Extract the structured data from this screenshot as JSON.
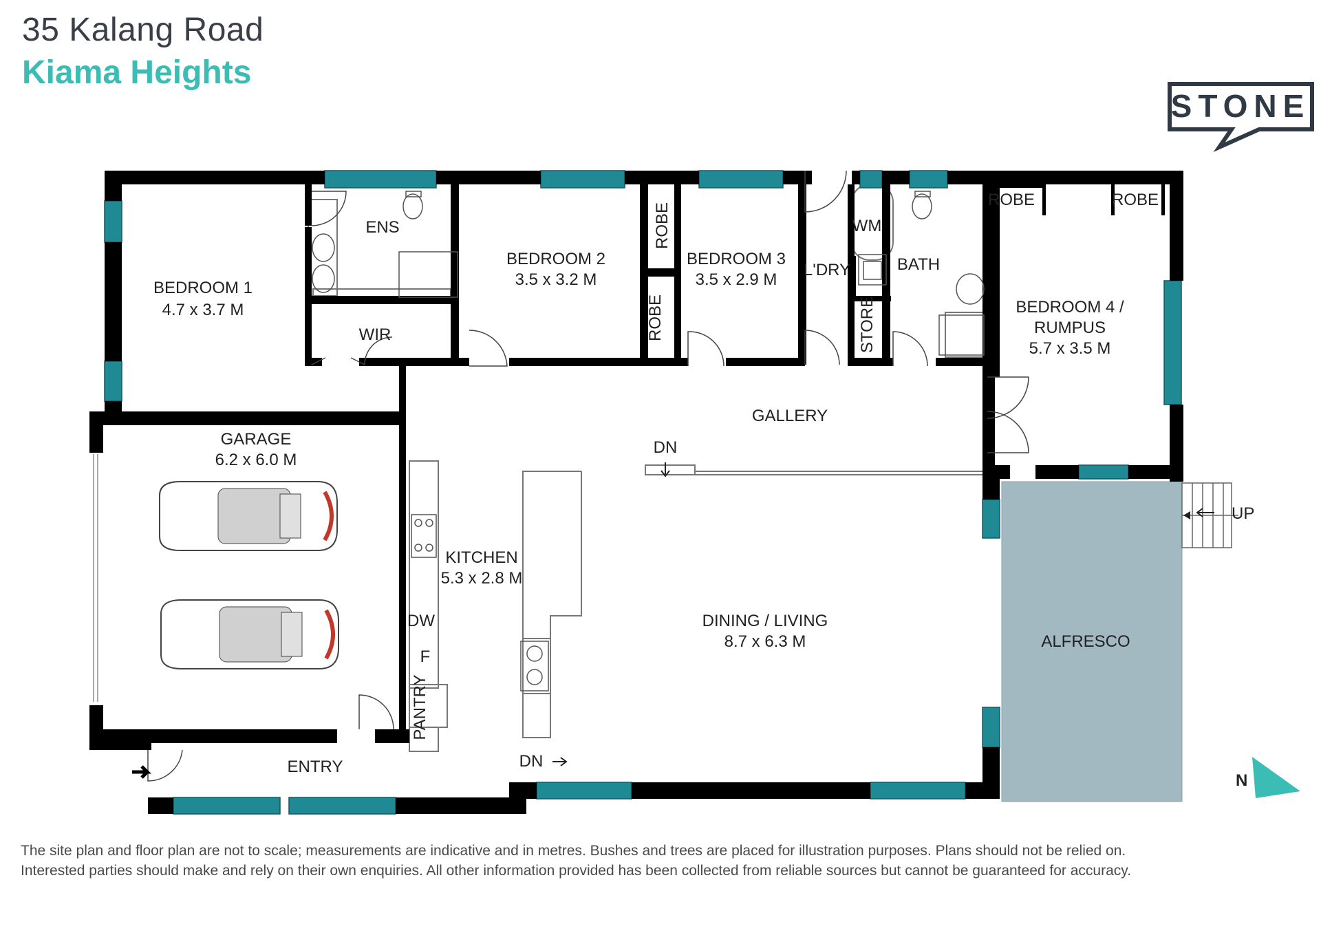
{
  "header": {
    "address": "35 Kalang Road",
    "suburb": "Kiama Heights"
  },
  "brand": {
    "logo_text": "STONE",
    "logo_color": "#2f3a45"
  },
  "colors": {
    "wall": "#000000",
    "window": "#1f8a94",
    "alfresco": "#a2b9c1",
    "accent": "#3bbdb5",
    "car_tail": "#c0392b"
  },
  "rooms": {
    "bedroom1": {
      "name": "BEDROOM 1",
      "size": "4.7 x 3.7 M"
    },
    "ens": {
      "name": "ENS"
    },
    "wir": {
      "name": "WIR"
    },
    "bedroom2": {
      "name": "BEDROOM 2",
      "size": "3.5 x 3.2 M"
    },
    "robe_b2_top": {
      "name": "ROBE"
    },
    "robe_b2_bottom": {
      "name": "ROBE"
    },
    "bedroom3": {
      "name": "BEDROOM 3",
      "size": "3.5 x 2.9 M"
    },
    "laundry": {
      "name": "L'DRY"
    },
    "wm": {
      "name": "WM"
    },
    "store": {
      "name": "STORE"
    },
    "bath": {
      "name": "BATH"
    },
    "robe_b4_left": {
      "name": "ROBE"
    },
    "robe_b4_right": {
      "name": "ROBE"
    },
    "bedroom4": {
      "line1": "BEDROOM 4 /",
      "line2": "RUMPUS",
      "size": "5.7 x 3.5 M"
    },
    "gallery": {
      "name": "GALLERY"
    },
    "garage": {
      "name": "GARAGE",
      "size": "6.2 x 6.0 M"
    },
    "kitchen": {
      "name": "KITCHEN",
      "size": "5.3 x 2.8 M"
    },
    "dw": {
      "name": "DW"
    },
    "fridge": {
      "name": "F"
    },
    "pantry": {
      "name": "PANTRY"
    },
    "dining": {
      "name": "DINING / LIVING",
      "size": "8.7 x 6.3 M"
    },
    "alfresco": {
      "name": "ALFRESCO"
    },
    "entry": {
      "name": "ENTRY"
    }
  },
  "annotations": {
    "dn_top": "DN",
    "dn_bottom": "DN",
    "up": "UP",
    "north": "N"
  },
  "disclaimer": {
    "line1": "The site plan and floor plan are not to scale; measurements are indicative and in metres. Bushes and trees are placed for illustration purposes. Plans should not be relied on.",
    "line2": "Interested parties should make and rely on their own enquiries. All other information provided has been collected from reliable sources but cannot be guaranteed for accuracy."
  }
}
